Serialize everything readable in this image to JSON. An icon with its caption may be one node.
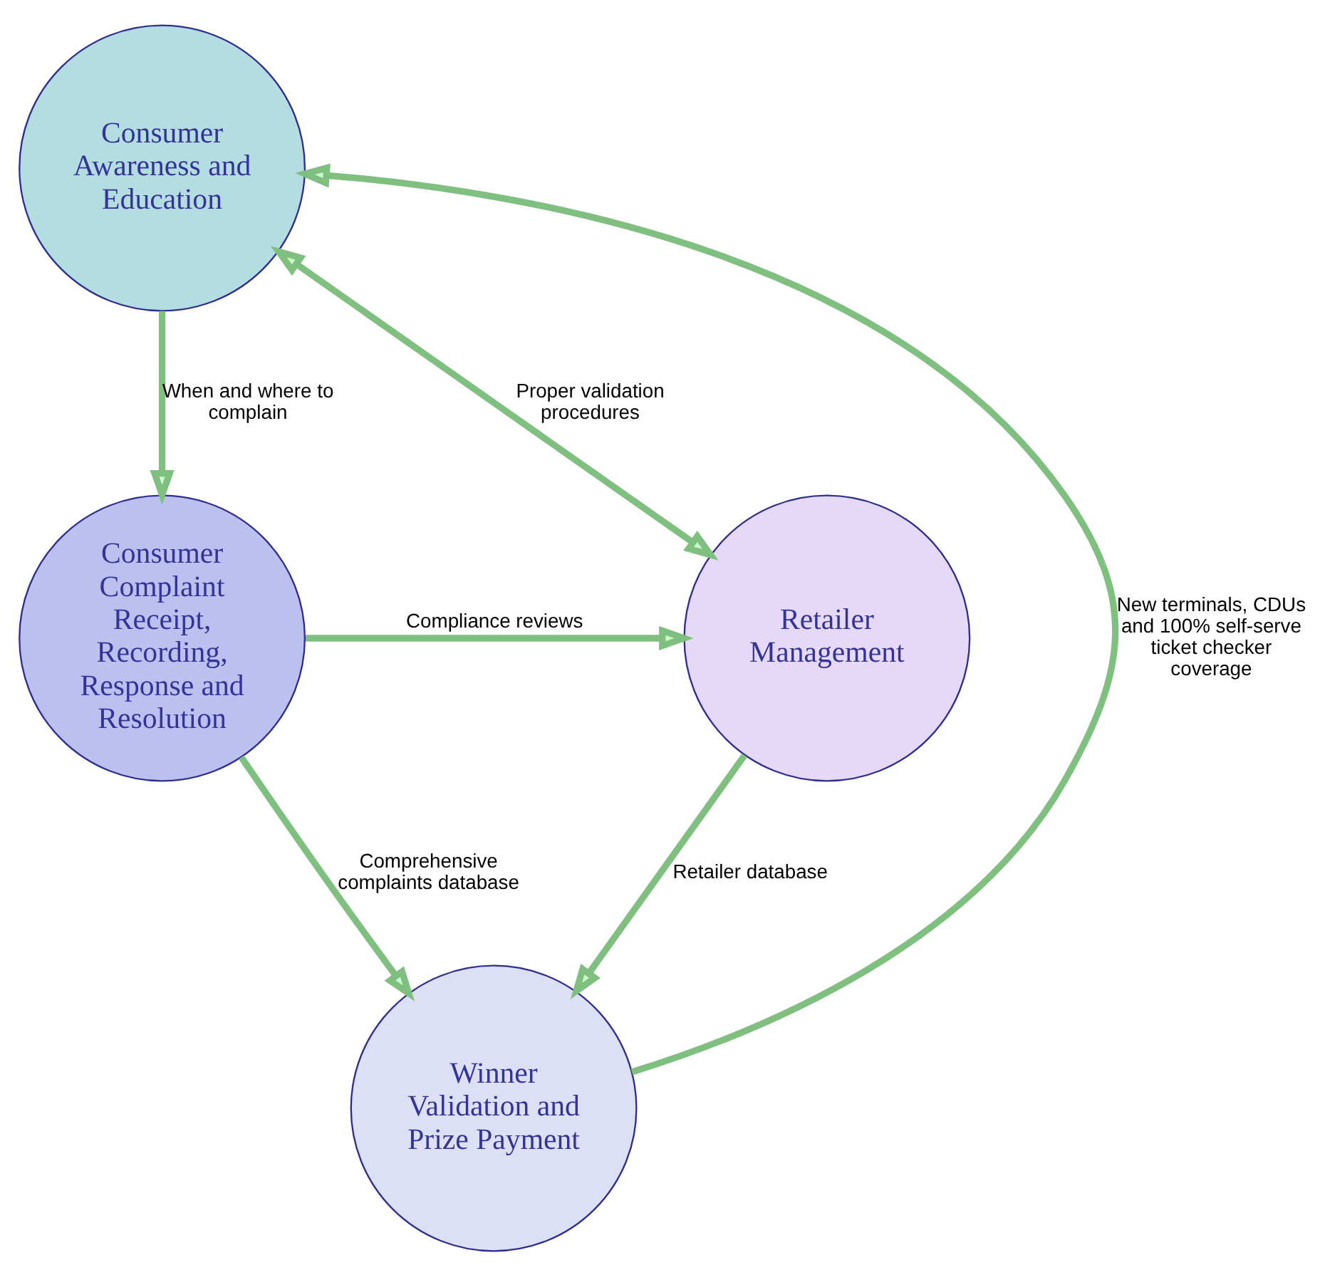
{
  "diagram": {
    "nodes": [
      {
        "text": [
          "Consumer Awareness and Education"
        ]
      },
      {
        "text": [
          "Retailer Management"
        ]
      },
      {
        "text": [
          "Consumer Complaint Receipt, Recording, Response and Resolution"
        ]
      },
      {
        "text": [
          "Winner Validation and Prize Payment"
        ]
      }
    ],
    "edges": [
      {
        "from": 1,
        "to": 0,
        "arrow": "both",
        "label": "Proper validation procedures"
      },
      {
        "from": 0,
        "to": 2,
        "arrow": "to",
        "label": "When and where to complain"
      },
      {
        "from": 2,
        "to": 3,
        "arrow": "to",
        "label": "Comprehensive complaints database"
      },
      {
        "from": 1,
        "to": 3,
        "arrow": "to",
        "label": "Retailer database"
      },
      {
        "from": 3,
        "to": 0,
        "arrow": "to",
        "label": "New terminals, CDUs and 100% self-serve ticket checker coverage"
      },
      {
        "from": 2,
        "to": 1,
        "arrow": "to",
        "label": "Compliance reviews"
      }
    ]
  }
}
